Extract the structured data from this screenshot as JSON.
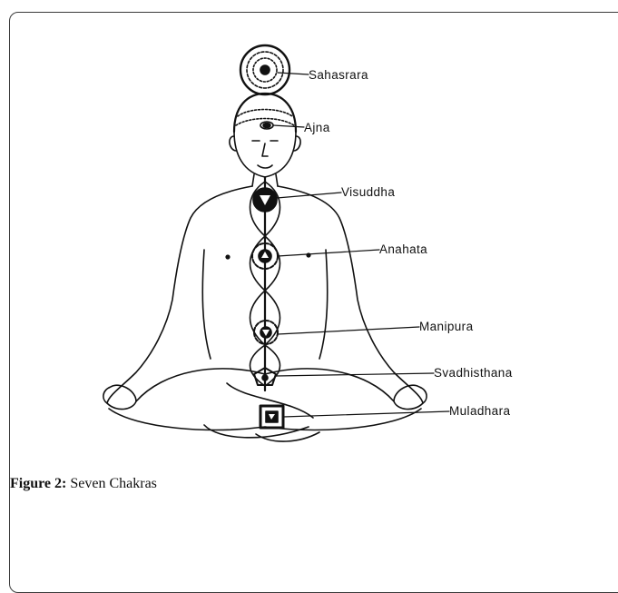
{
  "figure": {
    "caption_label": "Figure 2:",
    "caption_text": "Seven Chakras"
  },
  "chakras": [
    {
      "name": "Sahasrara"
    },
    {
      "name": "Ajna"
    },
    {
      "name": "Visuddha"
    },
    {
      "name": "Anahata"
    },
    {
      "name": "Manipura"
    },
    {
      "name": "Svadhisthana"
    },
    {
      "name": "Muladhara"
    }
  ]
}
